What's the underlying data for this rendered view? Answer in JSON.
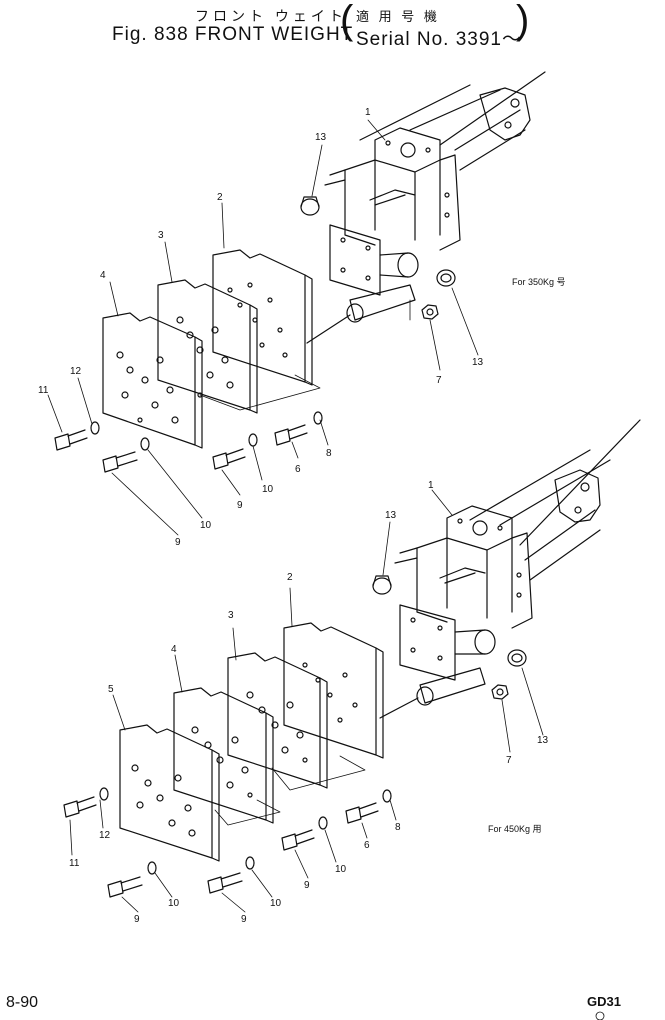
{
  "header": {
    "title_jp": "フロント ウェイト",
    "title_en": "Fig. 838 FRONT WEIGHT",
    "serial_jp": "適 用 号 機",
    "serial_en": "Serial No. 3391～"
  },
  "upper_assembly": {
    "note": "For 350Kg 号",
    "callouts": [
      "1",
      "2",
      "3",
      "4",
      "6",
      "7",
      "8",
      "9",
      "10",
      "10",
      "11",
      "12",
      "13",
      "13"
    ]
  },
  "lower_assembly": {
    "note": "For 450Kg 用",
    "callouts": [
      "1",
      "2",
      "3",
      "4",
      "5",
      "6",
      "7",
      "8",
      "9",
      "9",
      "10",
      "10",
      "10",
      "11",
      "12",
      "13",
      "13"
    ]
  },
  "footer": {
    "page": "8-90",
    "code": "GD31"
  }
}
